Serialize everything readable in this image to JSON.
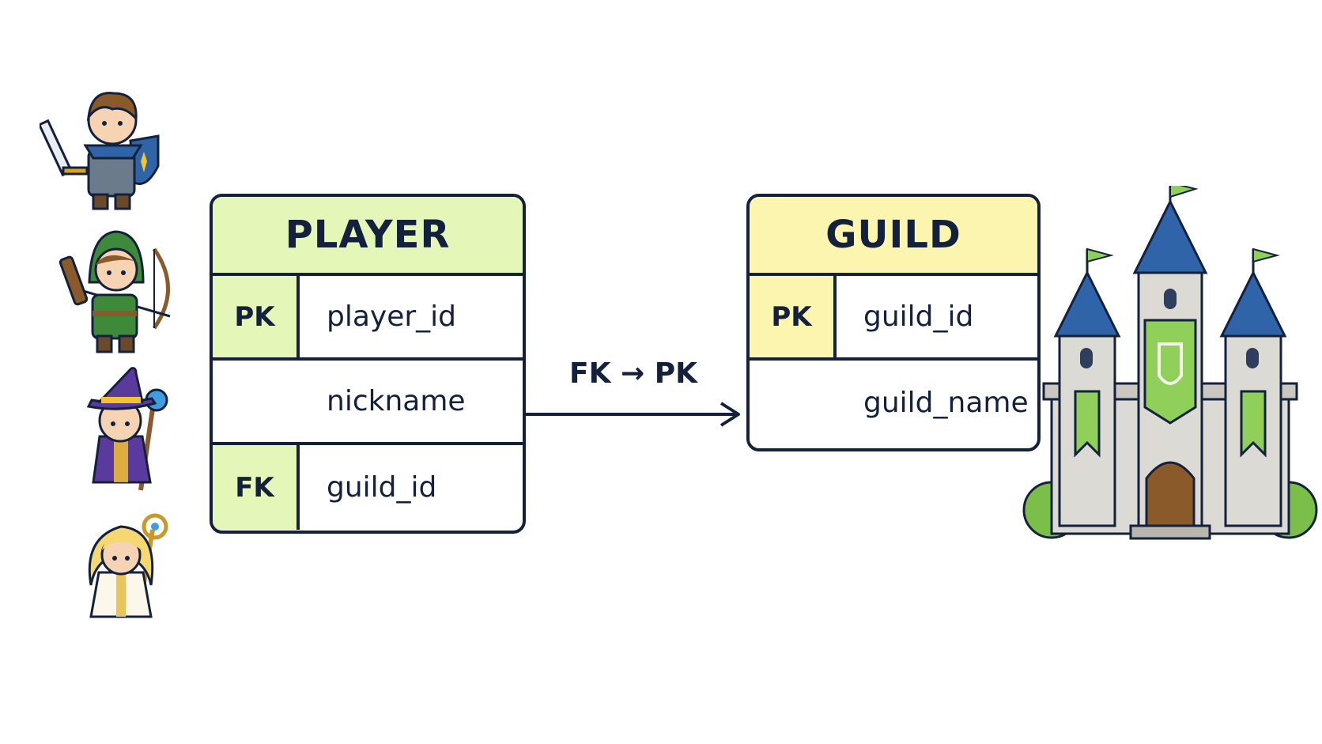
{
  "colors": {
    "outline": "#14213d",
    "player_header": "#e4f6b8",
    "guild_header": "#fbf5b0",
    "background": "#ffffff"
  },
  "player": {
    "title": "PLAYER",
    "rows": [
      {
        "key": "PK",
        "field": "player_id"
      },
      {
        "key": "",
        "field": "nickname"
      },
      {
        "key": "FK",
        "field": "guild_id"
      }
    ]
  },
  "guild": {
    "title": "GUILD",
    "rows": [
      {
        "key": "PK",
        "field": "guild_id"
      },
      {
        "key": "",
        "field": "guild_name"
      }
    ]
  },
  "relation": {
    "label": "FK → PK"
  },
  "illustrations": {
    "characters": [
      "knight-icon",
      "archer-icon",
      "wizard-icon",
      "cleric-icon"
    ],
    "castle": "castle-icon"
  }
}
